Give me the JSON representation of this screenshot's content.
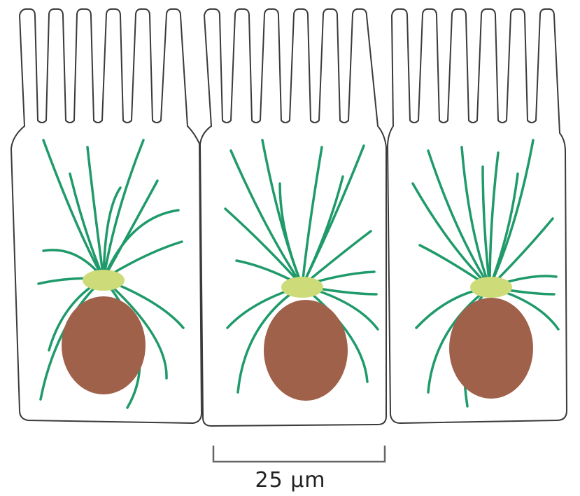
{
  "scale_bar": {
    "label": "25 μm"
  },
  "colors": {
    "outline": "#3a3a3a",
    "microtubule": "#1f9a6a",
    "centrosome": "#cddb78",
    "nucleus": "#a0614a",
    "scale_bar": "#666666"
  },
  "cells": [
    {
      "name": "left-cell"
    },
    {
      "name": "middle-cell"
    },
    {
      "name": "right-cell"
    }
  ]
}
